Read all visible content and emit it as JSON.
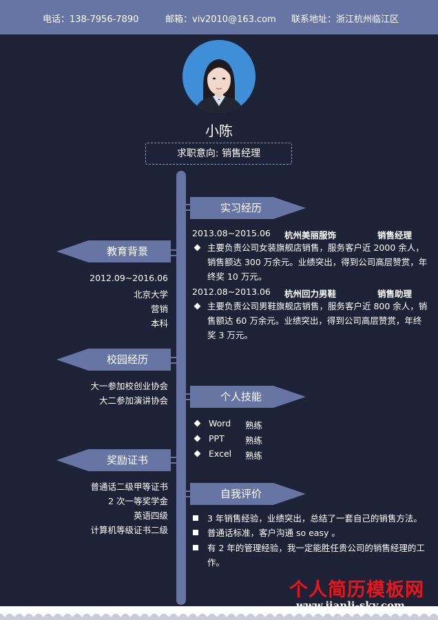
{
  "contact": {
    "phone": "电话：138-7956-7890",
    "email": "邮箱：viv2010@163.com",
    "address": "联系地址：浙江杭州临江区"
  },
  "profile": {
    "name": "小陈",
    "objective": "求职意向: 销售经理"
  },
  "internship": {
    "title": "实习经历",
    "jobs": [
      {
        "period": "2013.08~2015.06",
        "company": "杭州美丽服饰",
        "role": "销售经理",
        "description": "主要负责公司女装旗舰店销售，服务客户近 2000 余人，销售额达 300 万余元。业绩突出，得到公司高层赞赏，年终奖 10 万元。"
      },
      {
        "period": "2012.08~2013.06",
        "company": "杭州回力男鞋",
        "role": "销售助理",
        "description": "主要负责公司男鞋旗舰店销售，服务客户近 800 余人，销售额达 60 万余元。业绩突出，得到公司高层赞赏，年终奖 3 万元。"
      }
    ]
  },
  "education": {
    "title": "教育背景",
    "lines": [
      "2012.09~2016.06",
      "北京大学",
      "营销",
      "本科"
    ]
  },
  "campus": {
    "title": "校园经历",
    "lines": [
      "大一参加校创业协会",
      "大二参加演讲协会"
    ]
  },
  "skills": {
    "title": "个人技能",
    "items": [
      {
        "name": "Word",
        "level": "熟练"
      },
      {
        "name": "PPT",
        "level": "熟练"
      },
      {
        "name": "Excel",
        "level": "熟练"
      }
    ]
  },
  "awards": {
    "title": "奖励证书",
    "lines": [
      "普通话二级甲等证书",
      "2 次一等奖学金",
      "英语四级",
      "计算机等级证书二级"
    ]
  },
  "self_evaluation": {
    "title": "自我评价",
    "items": [
      "3 年销售经验，业绩突出，总结了一套自己的销售方法。",
      "普通话标准，客户沟通 so easy 。",
      "有 2 年的管理经验，我一定能胜任贵公司的销售经理的工作。"
    ]
  },
  "watermark": {
    "text": "个人简历模板网",
    "url": "www.jianli-sky.com"
  },
  "colors": {
    "background": "#1d2236",
    "accent": "#6675a4",
    "watermark": "#e8161c"
  }
}
